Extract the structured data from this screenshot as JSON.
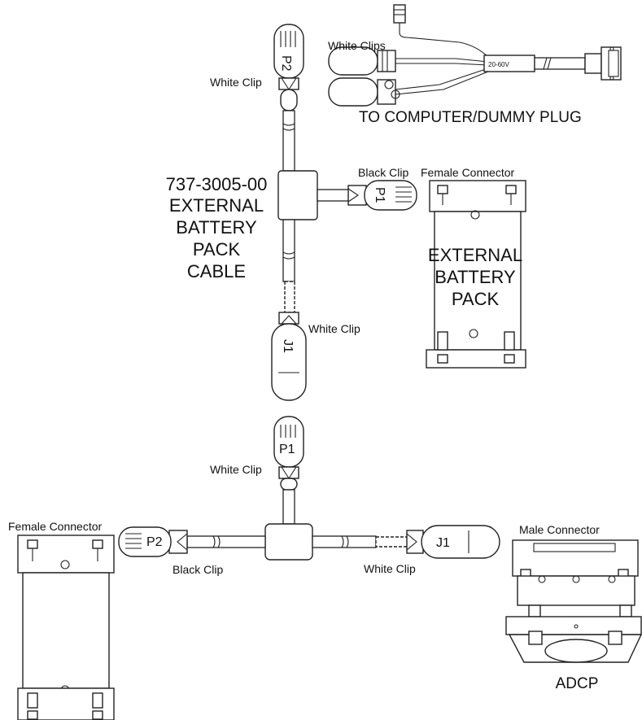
{
  "labels": {
    "white_clips_top": "White Clips",
    "to_computer": "TO COMPUTER/DUMMY PLUG",
    "white_clip_p2_top": "White Clip",
    "black_clip_p1_top": "Black Clip",
    "female_connector_top": "Female Connector",
    "cable_part_number": "737-3005-00",
    "cable_name_line1": "EXTERNAL",
    "cable_name_line2": "BATTERY",
    "cable_name_line3": "PACK",
    "cable_name_line4": "CABLE",
    "battery_line1": "EXTERNAL",
    "battery_line2": "BATTERY",
    "battery_line3": "PACK",
    "white_clip_j1_top": "White Clip",
    "white_clip_p1_bottom": "White Clip",
    "female_connector_bottom": "Female Connector",
    "black_clip_bottom": "Black Clip",
    "white_clip_j1_bottom": "White Clip",
    "male_connector": "Male Connector",
    "adcp": "ADCP",
    "voltage_tag": "20-60V"
  },
  "connectors": {
    "p2_top": "P2",
    "p1_top": "P1",
    "j1_top": "J1",
    "p1_bottom": "P1",
    "p2_bottom": "P2",
    "j1_bottom": "J1"
  }
}
